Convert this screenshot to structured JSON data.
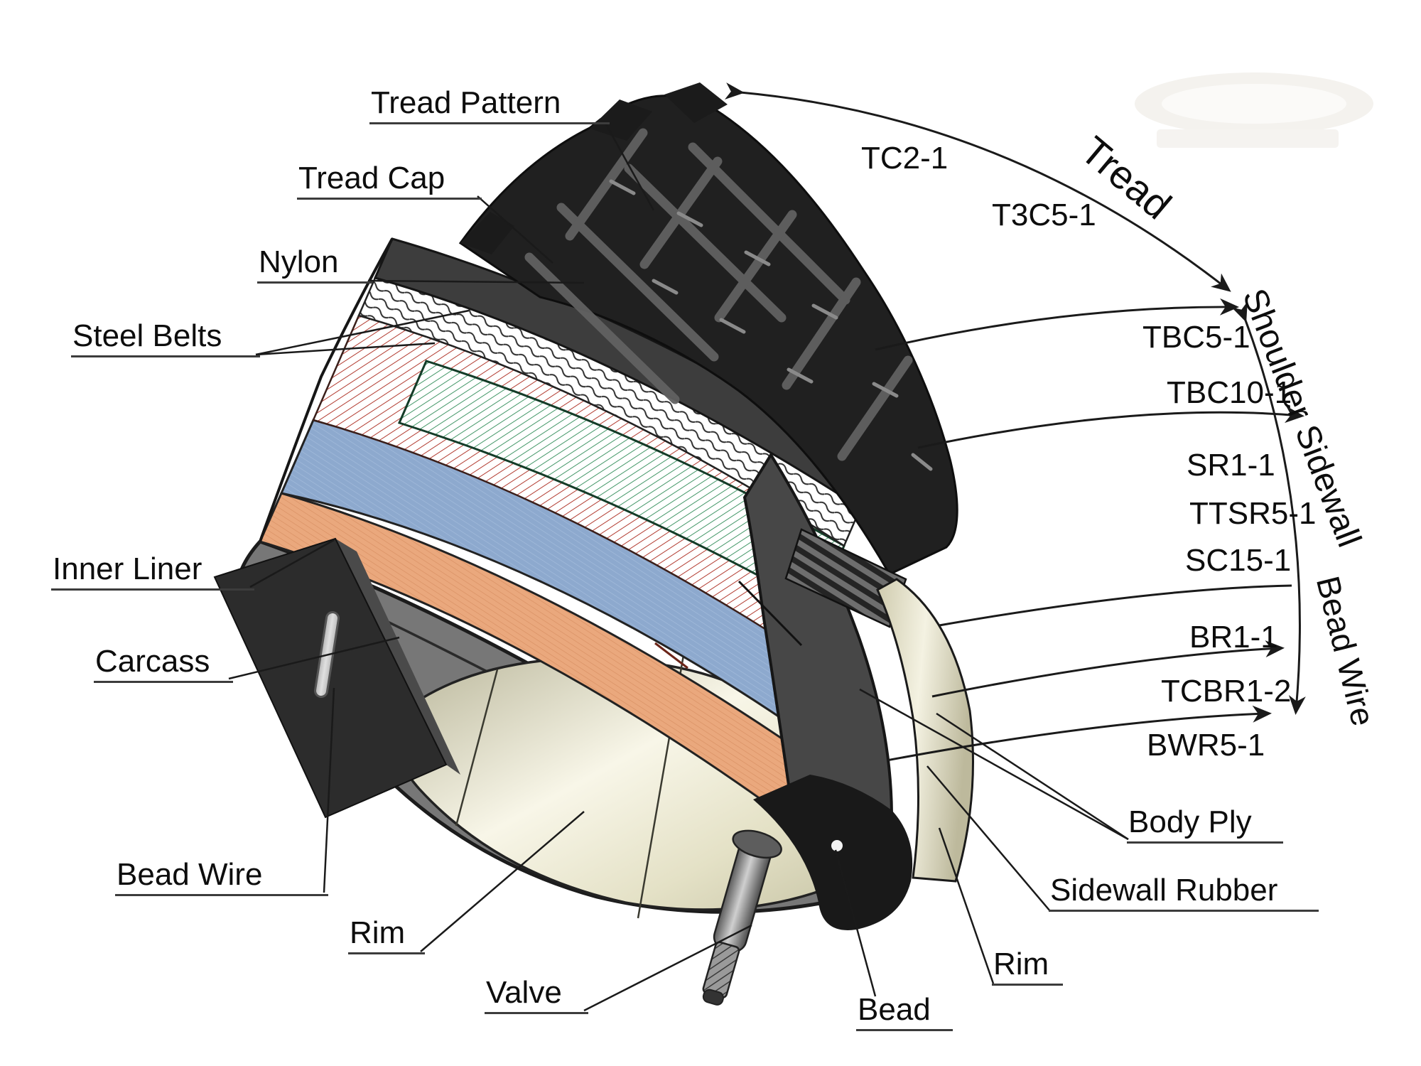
{
  "diagram": {
    "labels": [
      {
        "id": "tread-pattern",
        "text": "Tread Pattern"
      },
      {
        "id": "tread-cap",
        "text": "Tread Cap"
      },
      {
        "id": "nylon",
        "text": "Nylon"
      },
      {
        "id": "steel-belts",
        "text": "Steel Belts"
      },
      {
        "id": "inner-liner",
        "text": "Inner Liner"
      },
      {
        "id": "carcass",
        "text": "Carcass"
      },
      {
        "id": "bead-wire",
        "text": "Bead Wire"
      },
      {
        "id": "rim-left",
        "text": "Rim"
      },
      {
        "id": "valve",
        "text": "Valve"
      },
      {
        "id": "bead",
        "text": "Bead"
      },
      {
        "id": "rim-right",
        "text": "Rim"
      },
      {
        "id": "sidewall-rubber",
        "text": "Sidewall Rubber"
      },
      {
        "id": "body-ply",
        "text": "Body Ply"
      }
    ],
    "codes": [
      {
        "id": "tc2-1",
        "text": "TC2-1"
      },
      {
        "id": "t3c5-1",
        "text": "T3C5-1"
      },
      {
        "id": "tbc5-1",
        "text": "TBC5-1"
      },
      {
        "id": "tbc10-1",
        "text": "TBC10-1"
      },
      {
        "id": "sr1-1",
        "text": "SR1-1"
      },
      {
        "id": "ttsr5-1",
        "text": "TTSR5-1"
      },
      {
        "id": "sc15-1",
        "text": "SC15-1"
      },
      {
        "id": "br1-1",
        "text": "BR1-1"
      },
      {
        "id": "tcbr1-2",
        "text": "TCBR1-2"
      },
      {
        "id": "bwr5-1",
        "text": "BWR5-1"
      }
    ],
    "sections": [
      {
        "id": "tread",
        "text": "Tread"
      },
      {
        "id": "shoulder-sidewall",
        "text": "Shoulder Sidewall"
      },
      {
        "id": "bead-wire-range",
        "text": "Bead Wire"
      }
    ],
    "colors": {
      "background": "#ffffff",
      "tread_black": "#202020",
      "cap_gray": "#3d3d3d",
      "nylon_line": "#2f2f2f",
      "steel_belt_green": "#2e8b57",
      "steel_belt_red": "#b23b30",
      "body_ply_blue": "#8da9ce",
      "liner_orange": "#eaa87d",
      "carcass_gray": "#777777",
      "sidewall_dark": "#474747",
      "rim_beige": "#e9e6cc",
      "line_black": "#1a1a1a"
    }
  }
}
